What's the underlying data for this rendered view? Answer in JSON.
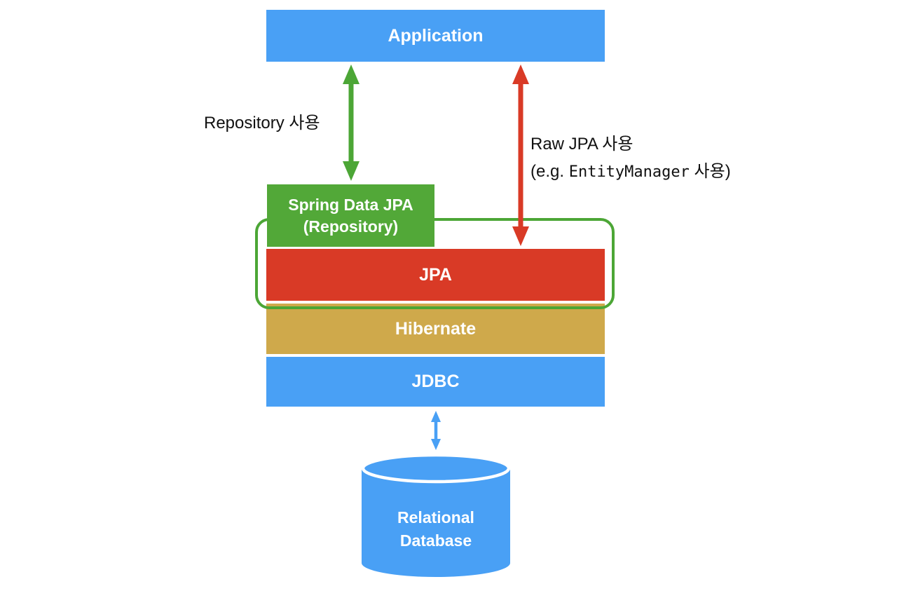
{
  "colors": {
    "blue": "#49A0F5",
    "green": "#52A838",
    "green_outline": "#4CA636",
    "red": "#D93A26",
    "gold": "#CFA94B",
    "label_text": "#111111",
    "box_text": "#FFFFFF"
  },
  "layers": {
    "application": "Application",
    "spring_data_jpa_line1": "Spring Data JPA",
    "spring_data_jpa_line2": "(Repository)",
    "jpa": "JPA",
    "hibernate": "Hibernate",
    "jdbc": "JDBC",
    "database_line1": "Relational",
    "database_line2": "Database"
  },
  "annotations": {
    "repository_usage": "Repository 사용",
    "raw_jpa_line1": "Raw JPA 사용",
    "raw_jpa_line2_prefix": "(e.g. ",
    "raw_jpa_line2_code": "EntityManager",
    "raw_jpa_line2_suffix": " 사용)"
  }
}
